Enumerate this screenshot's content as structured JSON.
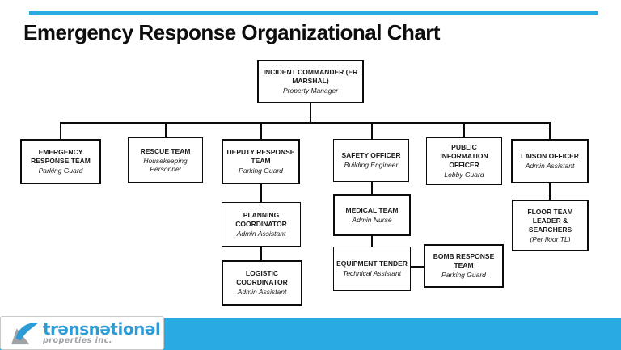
{
  "slide": {
    "title": "Emergency Response Organizational Chart"
  },
  "colors": {
    "accent": "#29ABE2",
    "logo_blue": "#2D9CD6",
    "logo_gray": "#9FA3A7",
    "connector": "#0B0B0B"
  },
  "org_chart": {
    "type": "org-tree",
    "nodes": [
      {
        "id": "incident-commander",
        "title": "INCIDENT COMMANDER (ER MARSHAL)",
        "subtitle": "Property Manager",
        "reports_to": null
      },
      {
        "id": "emergency-response-team",
        "title": "EMERGENCY RESPONSE TEAM",
        "subtitle": "Parking Guard",
        "reports_to": "incident-commander"
      },
      {
        "id": "rescue-team",
        "title": "RESCUE TEAM",
        "subtitle": "Housekeeping Personnel",
        "reports_to": "incident-commander"
      },
      {
        "id": "deputy-response-team",
        "title": "DEPUTY RESPONSE TEAM",
        "subtitle": "Parking Guard",
        "reports_to": "incident-commander"
      },
      {
        "id": "safety-officer",
        "title": "SAFETY OFFICER",
        "subtitle": "Building Engineer",
        "reports_to": "incident-commander"
      },
      {
        "id": "public-information-officer",
        "title": "PUBLIC INFORMATION OFFICER",
        "subtitle": "Lobby Guard",
        "reports_to": "incident-commander"
      },
      {
        "id": "laison-officer",
        "title": "LAISON OFFICER",
        "subtitle": "Admin Assistant",
        "reports_to": "incident-commander"
      },
      {
        "id": "planning-coordinator",
        "title": "PLANNING COORDINATOR",
        "subtitle": "Admin Assistant",
        "reports_to": "deputy-response-team"
      },
      {
        "id": "medical-team",
        "title": "MEDICAL TEAM",
        "subtitle": "Admin Nurse",
        "reports_to": "safety-officer"
      },
      {
        "id": "floor-team-leader",
        "title": "FLOOR TEAM LEADER & SEARCHERS",
        "subtitle": "(Per floor TL)",
        "reports_to": "laison-officer"
      },
      {
        "id": "logistic-coordinator",
        "title": "LOGISTIC COORDINATOR",
        "subtitle": "Admin Assistant",
        "reports_to": "planning-coordinator"
      },
      {
        "id": "equipment-tender",
        "title": "EQUIPMENT TENDER",
        "subtitle": "Technical Assistant",
        "reports_to": "medical-team"
      },
      {
        "id": "bomb-response-team",
        "title": "BOMB RESPONSE TEAM",
        "subtitle": "Parking Guard",
        "reports_to": "equipment-tender"
      }
    ]
  },
  "footer": {
    "brand": "trənsnətionəl",
    "brand_sub": "properties inc.",
    "logo_icon": "sail-swoosh-icon"
  }
}
